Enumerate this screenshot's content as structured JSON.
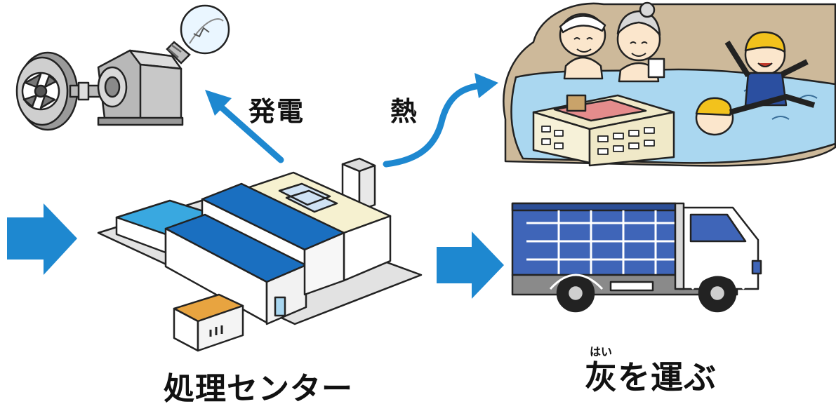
{
  "labels": {
    "power_generation": "発電",
    "heat": "熱",
    "center": "処理センター",
    "ash_transport": "灰を運ぶ",
    "ash_ruby": "はい"
  },
  "colors": {
    "arrow_blue": "#1e88d0",
    "roof_blue": "#1a6fc0",
    "roof_light_blue": "#39a8e0",
    "truck_blue": "#3f65b8",
    "water_blue": "#a8d6f0",
    "annex_roof": "#e8a440",
    "cream_wall": "#f6f1d0",
    "smoke_brown": "#c9b79a"
  },
  "icons": {
    "generator": "generator-icon",
    "bulb": "light-bulb-icon",
    "bath": "hot-spring-pool-icon",
    "plant": "incineration-plant-icon",
    "truck": "dump-truck-icon"
  }
}
